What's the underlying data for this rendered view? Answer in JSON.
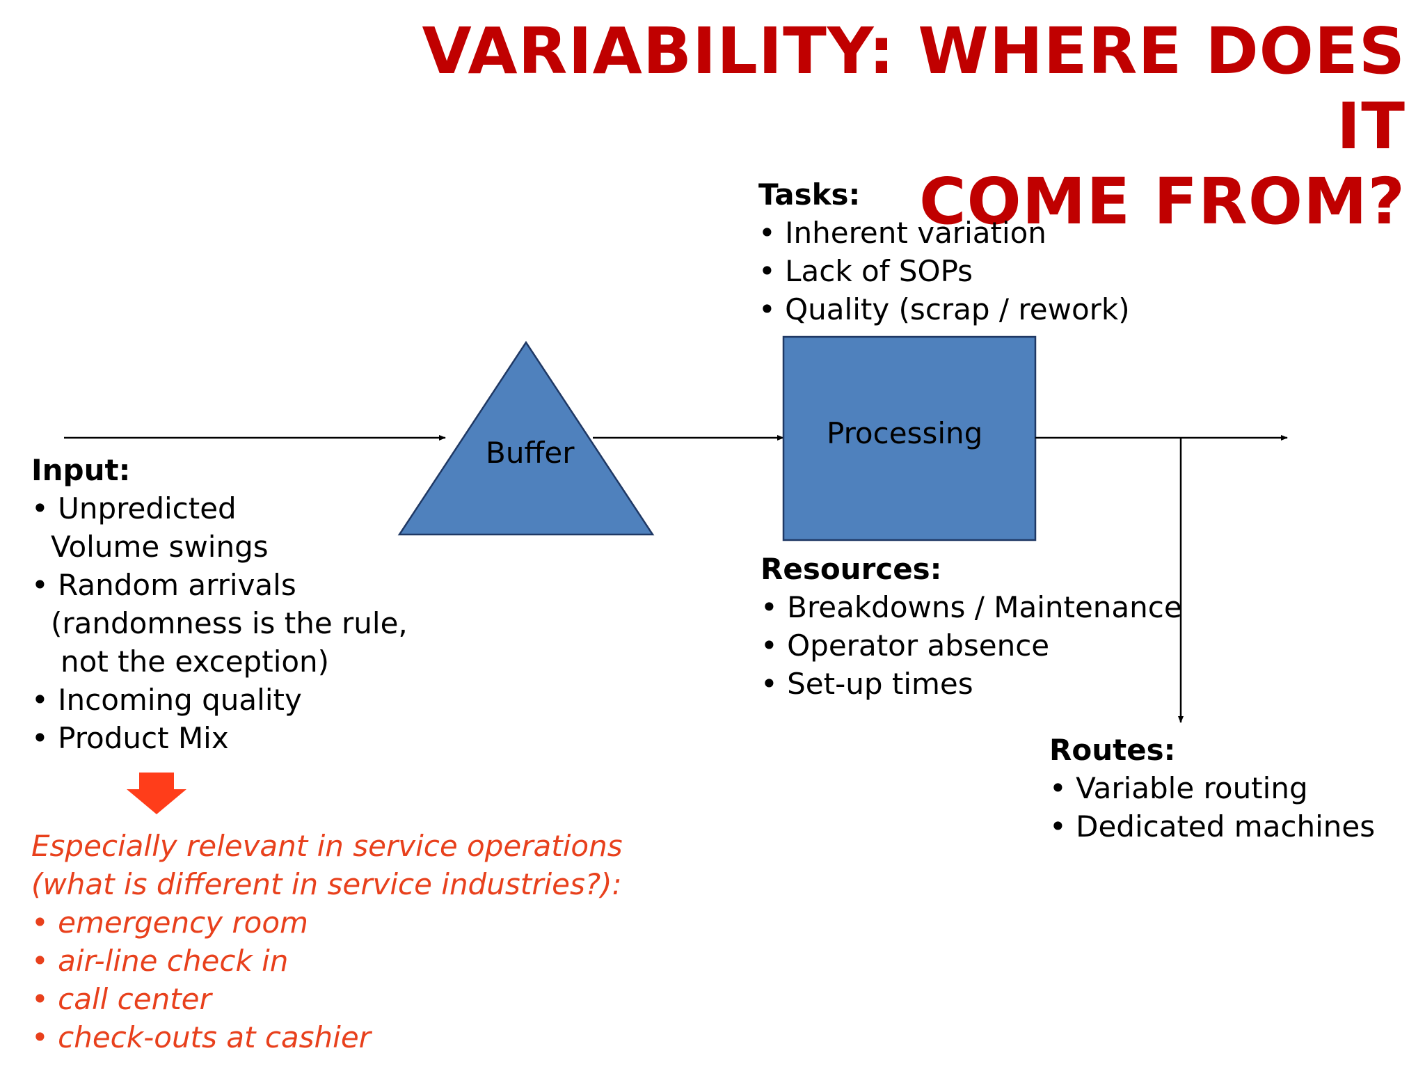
{
  "title": [
    "VARIABILITY: WHERE DOES IT",
    "COME FROM?"
  ],
  "diagram": {
    "buffer_label": "Buffer",
    "processing_label": "Processing",
    "colors": {
      "shape_fill": "#4f81bd",
      "shape_stroke": "#1f3864",
      "arrow": "#000000"
    }
  },
  "tasks": {
    "heading": "Tasks:",
    "items": [
      "• Inherent variation",
      "• Lack of SOPs",
      "• Quality (scrap / rework)"
    ]
  },
  "input": {
    "heading": "Input:",
    "lines": [
      "• Unpredicted",
      "Volume swings",
      "• Random arrivals",
      "(randomness is the rule,",
      "not the exception)",
      "• Incoming quality",
      "• Product Mix"
    ]
  },
  "resources": {
    "heading": "Resources:",
    "items": [
      "• Breakdowns / Maintenance",
      "• Operator absence",
      "• Set-up times"
    ]
  },
  "routes": {
    "heading": "Routes:",
    "items": [
      "• Variable routing",
      "• Dedicated machines"
    ]
  },
  "service": {
    "lines": [
      "Especially relevant in service operations",
      "(what is different in service industries?):",
      "• emergency room",
      "• air-line check in",
      "• call center",
      "• check-outs at cashier"
    ],
    "color": "#e8401c"
  }
}
